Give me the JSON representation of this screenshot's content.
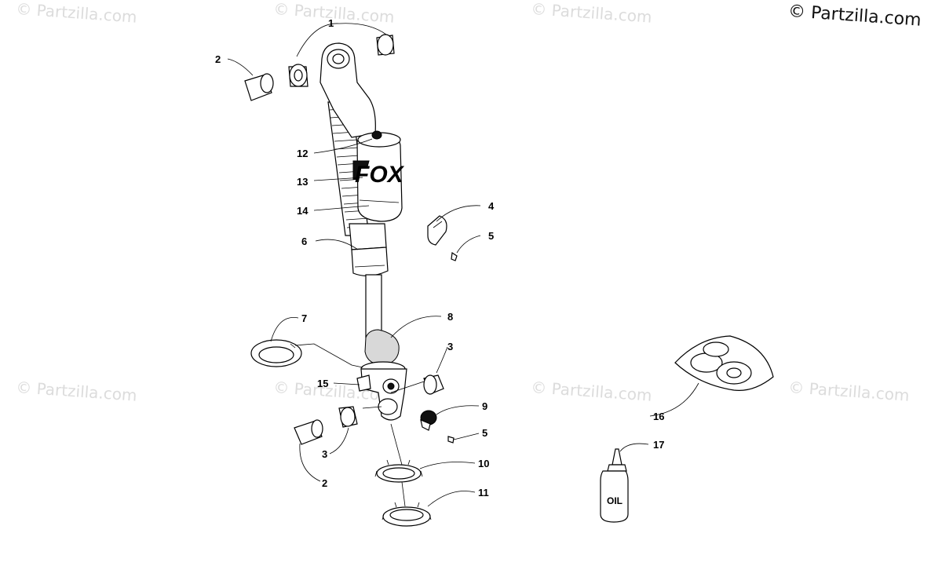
{
  "copyright": "© Partzilla.com",
  "watermark_text": "© Partzilla.com",
  "shock_brand": "FOX",
  "oil_label": "OIL",
  "callouts": [
    {
      "key": "c1",
      "text": "1"
    },
    {
      "key": "c2a",
      "text": "2"
    },
    {
      "key": "c12",
      "text": "12"
    },
    {
      "key": "c13",
      "text": "13"
    },
    {
      "key": "c14",
      "text": "14"
    },
    {
      "key": "c4",
      "text": "4"
    },
    {
      "key": "c5a",
      "text": "5"
    },
    {
      "key": "c6",
      "text": "6"
    },
    {
      "key": "c7",
      "text": "7"
    },
    {
      "key": "c8",
      "text": "8"
    },
    {
      "key": "c3a",
      "text": "3"
    },
    {
      "key": "c15",
      "text": "15"
    },
    {
      "key": "c9",
      "text": "9"
    },
    {
      "key": "c5b",
      "text": "5"
    },
    {
      "key": "c3b",
      "text": "3"
    },
    {
      "key": "c2b",
      "text": "2"
    },
    {
      "key": "c10",
      "text": "10"
    },
    {
      "key": "c11",
      "text": "11"
    },
    {
      "key": "c16",
      "text": "16"
    },
    {
      "key": "c17",
      "text": "17"
    }
  ]
}
